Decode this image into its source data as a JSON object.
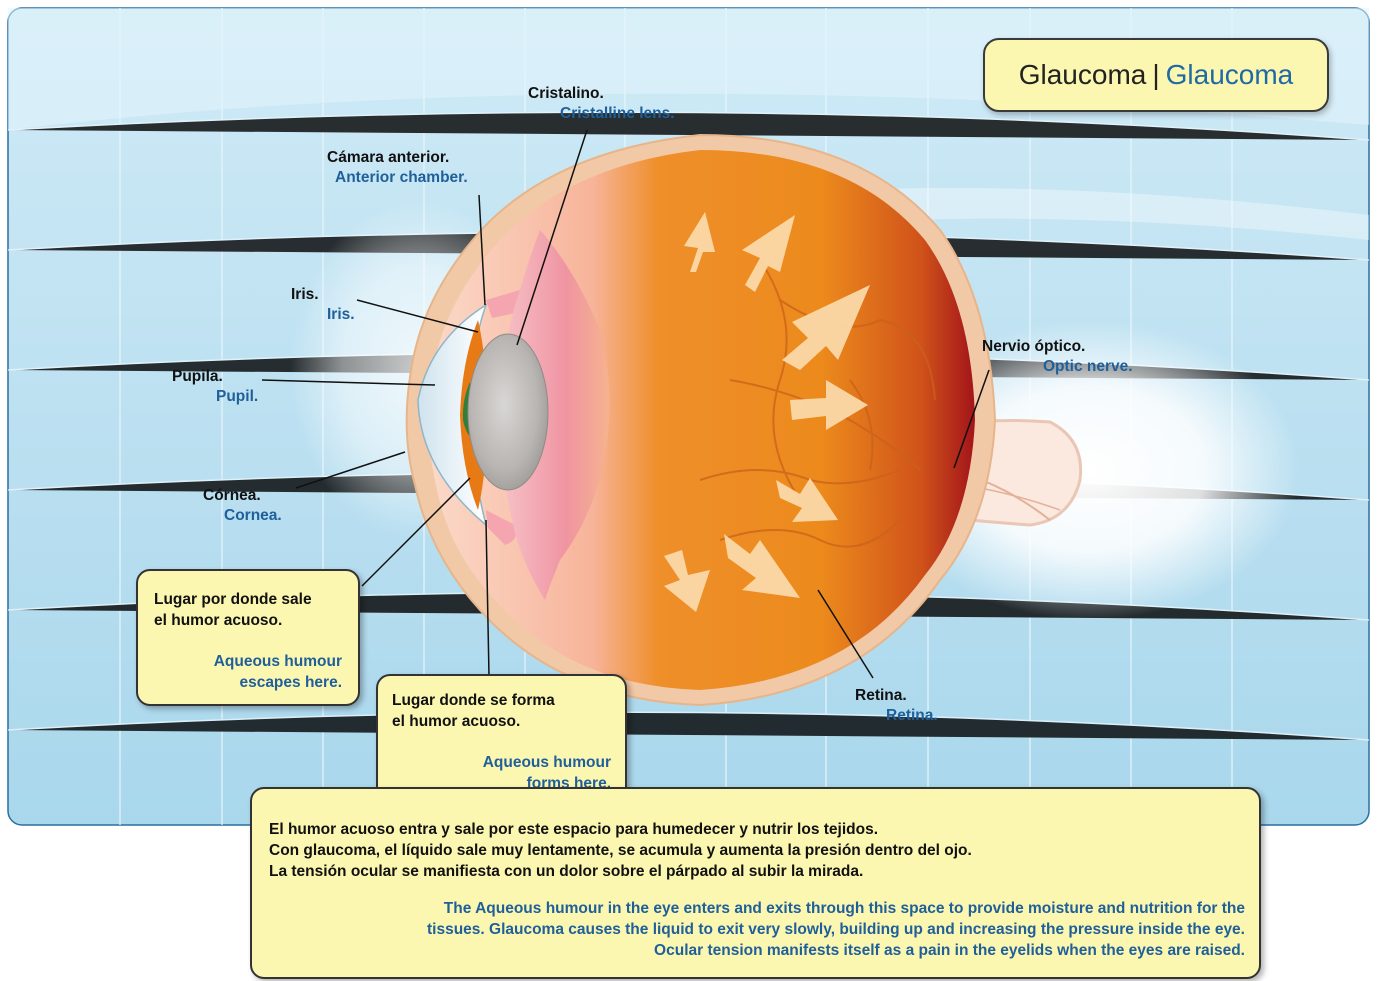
{
  "title": {
    "es": "Glaucoma",
    "separator": "|",
    "en": "Glaucoma"
  },
  "labels": {
    "cristalino": {
      "es": "Cristalino.",
      "en": "Cristalline lens."
    },
    "camara": {
      "es": "Cámara anterior.",
      "en": "Anterior chamber."
    },
    "iris": {
      "es": "Iris.",
      "en": "Iris."
    },
    "pupila": {
      "es": "Pupila.",
      "en": "Pupil."
    },
    "cornea": {
      "es": "Córnea.",
      "en": "Cornea."
    },
    "nervio": {
      "es": "Nervio óptico.",
      "en": "Optic nerve."
    },
    "retina": {
      "es": "Retina.",
      "en": "Retina."
    }
  },
  "notes": {
    "escape": {
      "es": "Lugar por donde sale\nel humor acuoso.",
      "en": "Aqueous humour\nescapes here."
    },
    "forms": {
      "es": "Lugar donde se forma\nel humor acuoso.",
      "en": "Aqueous humour\nforms here."
    },
    "main": {
      "es": "El humor acuoso entra y sale por este espacio para humedecer y nutrir los tejidos.\nCon glaucoma, el líquido sale muy lentamente, se acumula y aumenta la presión dentro del ojo.\nLa tensión ocular se manifiesta con un dolor sobre el párpado al subir la mirada.",
      "en": "The Aqueous humour in the eye enters and exits through this space to provide moisture and nutrition for the\ntissues. Glaucoma causes the liquid to exit very slowly, building up and increasing the pressure inside the eye.\nOcular tension manifests itself as a pain in the eyelids when the eyes are raised."
    }
  },
  "colors": {
    "background": "#bfe3f2",
    "eye_orange": "#ee8a1e",
    "retina_red": "#b31a1a",
    "lens_pink": "#ef8f9c",
    "note_yellow": "#fbf6b0",
    "english_blue": "#1f5f9a"
  }
}
